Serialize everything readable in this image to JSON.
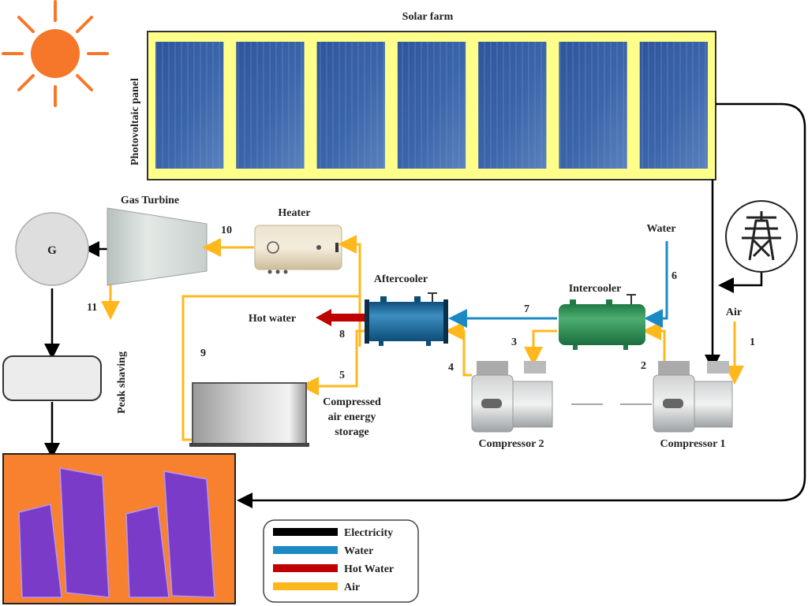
{
  "title": "Solar farm",
  "pv_label": "Photovoltaic panel",
  "panel_count": 7,
  "components": {
    "gas_turbine": "Gas Turbine",
    "heater": "Heater",
    "generator": "G",
    "aftercooler": "Aftercooler",
    "intercooler": "Intercooler",
    "compressor_1": "Compressor 1",
    "compressor_2": "Compressor 2",
    "storage_line1": "Compressed",
    "storage_line2": "air energy",
    "storage_line3": "storage",
    "hot_water": "Hot water",
    "water_in": "Water",
    "air_in": "Air",
    "peak_shaving": "Peak shaving"
  },
  "state_points": {
    "p1": "1",
    "p2": "2",
    "p3": "3",
    "p4": "4",
    "p5": "5",
    "p6": "6",
    "p7": "7",
    "p8": "8",
    "p9": "9",
    "p10": "10",
    "p11": "11"
  },
  "legend": [
    {
      "label": "Electricity",
      "color": "#000000"
    },
    {
      "label": "Water",
      "color": "#1b8ac4"
    },
    {
      "label": "Hot Water",
      "color": "#c00000"
    },
    {
      "label": "Air",
      "color": "#ffb81c"
    }
  ],
  "colors": {
    "sun": "#f7772a",
    "panel_frame": "#ffff8a",
    "panel_cell": "#3b63a8",
    "air": "#ffb81c",
    "water": "#1b8ac4",
    "hot_water": "#c00000",
    "electricity": "#000000",
    "consumer_bg": "#f7812f",
    "building": "#7a3cc8"
  }
}
